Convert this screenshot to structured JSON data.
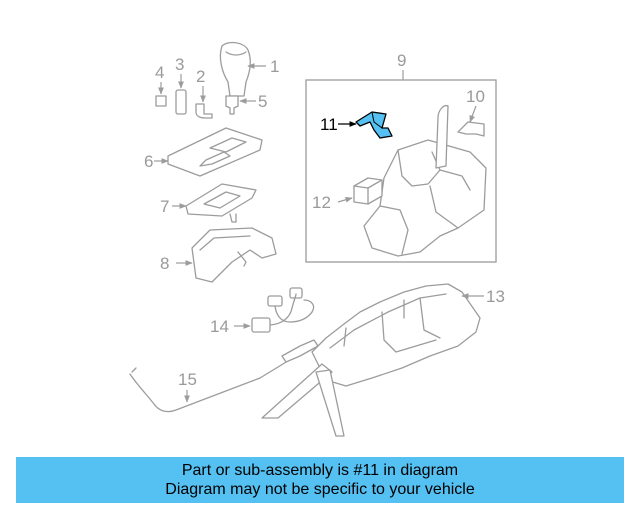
{
  "labels": {
    "l1": "1",
    "l2": "2",
    "l3": "3",
    "l4": "4",
    "l5": "5",
    "l6": "6",
    "l7": "7",
    "l8": "8",
    "l9": "9",
    "l10": "10",
    "l11": "11",
    "l12": "12",
    "l13": "13",
    "l14": "14",
    "l15": "15"
  },
  "highlight": {
    "part_number": "11",
    "color": "#55c1f2"
  },
  "banner": {
    "line1": "Part or sub-assembly is #11 in diagram",
    "line2": "Diagram may not be specific to your vehicle",
    "background": "#55c1f2"
  }
}
